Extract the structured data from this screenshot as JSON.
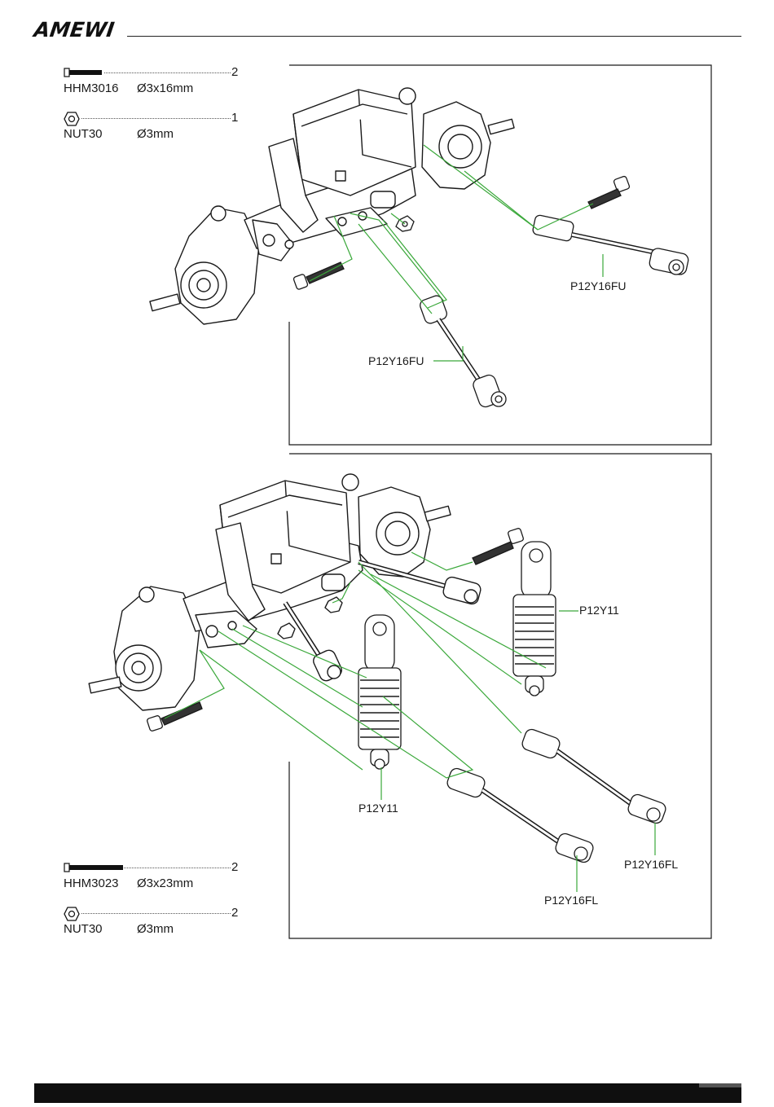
{
  "brand": {
    "logo_text": "AMEWI"
  },
  "colors": {
    "leader_green": "#3aa83a",
    "line": "#1a1a1a",
    "footer": "#0f0f0f"
  },
  "step1": {
    "hardware": [
      {
        "icon": "screw-icon",
        "code": "HHM3016",
        "size": "Ø3x16mm",
        "qty": "2"
      },
      {
        "icon": "nut-icon",
        "code": "NUT30",
        "size": "Ø3mm",
        "qty": "1"
      }
    ],
    "callouts": [
      "P12Y16FU",
      "P12Y16FU"
    ]
  },
  "step2": {
    "hardware": [
      {
        "icon": "screw-icon",
        "code": "HHM3023",
        "size": "Ø3x23mm",
        "qty": "2"
      },
      {
        "icon": "nut-icon",
        "code": "NUT30",
        "size": "Ø3mm",
        "qty": "2"
      }
    ],
    "callouts": [
      "P12Y11",
      "P12Y11",
      "P12Y16FL",
      "P12Y16FL"
    ]
  }
}
